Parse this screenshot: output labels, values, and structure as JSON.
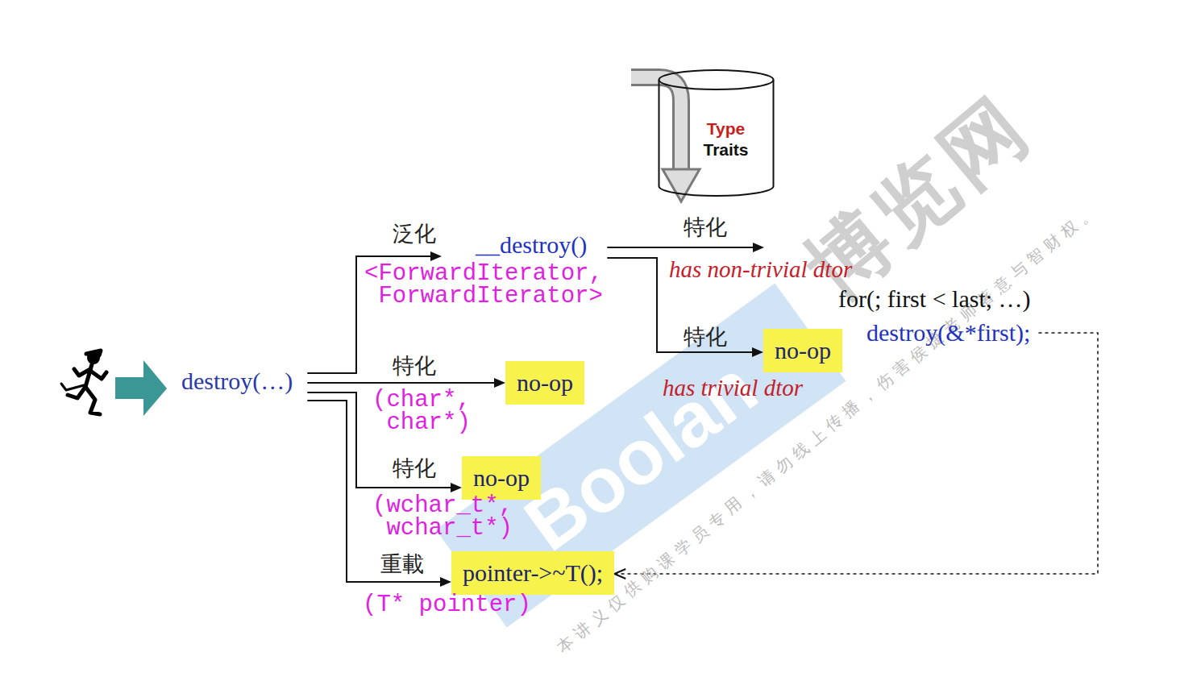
{
  "diagram": {
    "nodes": [
      {
        "text": [
          "Type",
          "Traits"
        ]
      },
      {
        "text": [
          "__destroy()"
        ]
      },
      {
        "text": [
          "for(; first < last; …)",
          "destroy(&*first);"
        ]
      },
      {
        "text": [
          "no-op"
        ]
      },
      {
        "text": [
          "destroy(…)"
        ]
      },
      {
        "text": [
          "no-op"
        ]
      },
      {
        "text": [
          "no-op"
        ]
      },
      {
        "text": [
          "pointer->~T();"
        ]
      }
    ],
    "edges": [
      {
        "from": 4,
        "to": 1,
        "arrow": "to",
        "label": "泛化"
      },
      {
        "from": 4,
        "to": 5,
        "arrow": "to",
        "label": "特化"
      },
      {
        "from": 4,
        "to": 6,
        "arrow": "to",
        "label": "特化"
      },
      {
        "from": 4,
        "to": 7,
        "arrow": "to",
        "label": "重載"
      },
      {
        "from": 1,
        "to": 2,
        "arrow": "to",
        "label": "特化"
      },
      {
        "from": 1,
        "to": 3,
        "arrow": "to",
        "label": "特化"
      },
      {
        "from": 2,
        "to": 7,
        "arrow": "to"
      }
    ],
    "labels": [
      "<ForwardIterator, ForwardIterator>",
      "has non-trivial dtor",
      "has trivial dtor",
      "(char*, char*)",
      "(wchar_t*, wchar_t*)",
      "(T* pointer)",
      "Boolan",
      "博览网",
      "本讲义仅供购课学员专用，请勿线上传播，伤害侯捷老师著意与智财权。"
    ]
  }
}
